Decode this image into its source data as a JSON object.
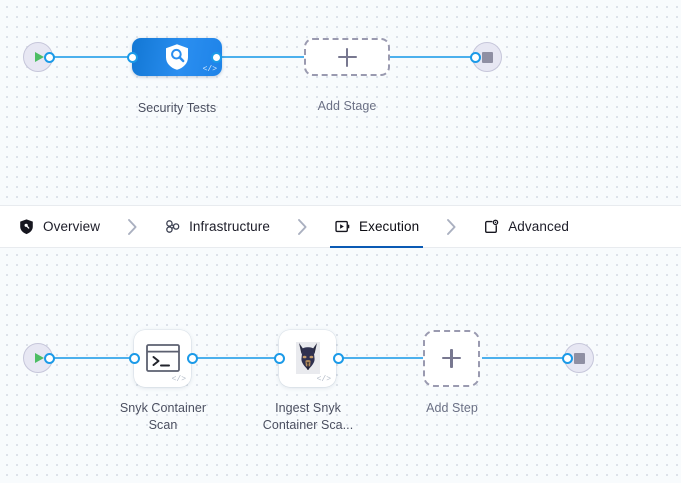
{
  "stage_canvas": {
    "name": "stage-pipeline-canvas",
    "start_node": {
      "icon": "play-icon",
      "title": "Pipeline Start"
    },
    "end_node": {
      "icon": "stop-icon",
      "title": "Pipeline End"
    },
    "nodes": [
      {
        "id": "security-tests-stage",
        "label": "Security Tests",
        "icon": "shield-magnifier-icon",
        "badge": "</>",
        "type": "stage"
      },
      {
        "id": "add-stage",
        "label": "Add Stage",
        "icon": "plus-icon",
        "type": "add-placeholder"
      }
    ]
  },
  "tabbar": {
    "name": "stage-config-tabs",
    "tabs": [
      {
        "label": "Overview",
        "icon": "shield-icon",
        "active": false
      },
      {
        "label": "Infrastructure",
        "icon": "infrastructure-icon",
        "active": false
      },
      {
        "label": "Execution",
        "icon": "execution-play-icon",
        "active": true
      },
      {
        "label": "Advanced",
        "icon": "advanced-gear-icon",
        "active": false
      }
    ],
    "separator_icon": "chevron-right-icon",
    "active_underline_color": "#0a5ab4"
  },
  "step_canvas": {
    "name": "execution-steps-canvas",
    "start_node": {
      "icon": "play-icon",
      "title": "Execution Start"
    },
    "end_node": {
      "icon": "stop-icon",
      "title": "Execution End"
    },
    "nodes": [
      {
        "id": "snyk-container-scan",
        "label_line1": "Snyk Container",
        "label_line2": "Scan",
        "icon": "terminal-icon",
        "badge": "</>",
        "type": "step"
      },
      {
        "id": "ingest-snyk-container-scan",
        "label_line1": "Ingest Snyk",
        "label_line2": "Container Sca...",
        "icon": "doberman-icon",
        "badge": "</>",
        "type": "step"
      },
      {
        "id": "add-step",
        "label_line1": "Add Step",
        "label_line2": "",
        "icon": "plus-icon",
        "type": "add-placeholder"
      }
    ]
  },
  "colors": {
    "wire": "#4cb0ed",
    "port_stroke": "#1b9ae8",
    "stage_node_blue": "#2a8ef0",
    "accent_blue": "#0a5ab4",
    "canvas_bg": "#f8fbfd",
    "play_green": "#4dbd64",
    "stop_gray": "#8f8fa3"
  }
}
